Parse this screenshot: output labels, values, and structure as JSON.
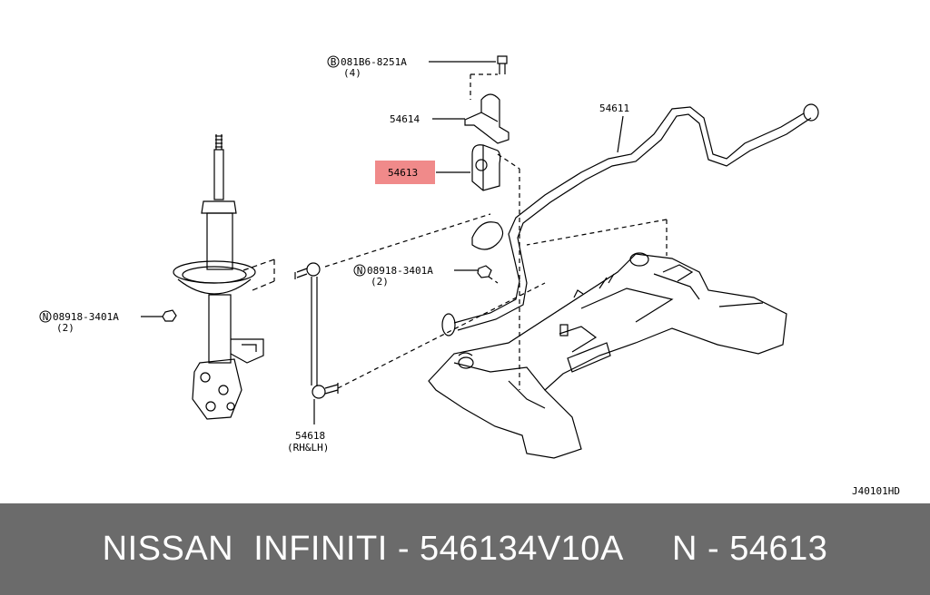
{
  "diagram_code": "J40101HD",
  "callouts": {
    "bolt": {
      "code": "081B6-8251A",
      "qty": "(4)"
    },
    "clamp": "54614",
    "bushing": "54613",
    "stabilizer_bar": "54611",
    "nut_right": {
      "code": "08918-3401A",
      "qty": "(2)"
    },
    "nut_left": {
      "code": "08918-3401A",
      "qty": "(2)"
    },
    "link": {
      "code": "54618",
      "sub": "(RH&LH)"
    }
  },
  "symbols": {
    "bolt": "B",
    "nut": "N"
  },
  "highlight_color": "#f08a8a",
  "footer": {
    "part_line": "NISSAN  INFINITI - 546134V10A     N - 54613"
  }
}
